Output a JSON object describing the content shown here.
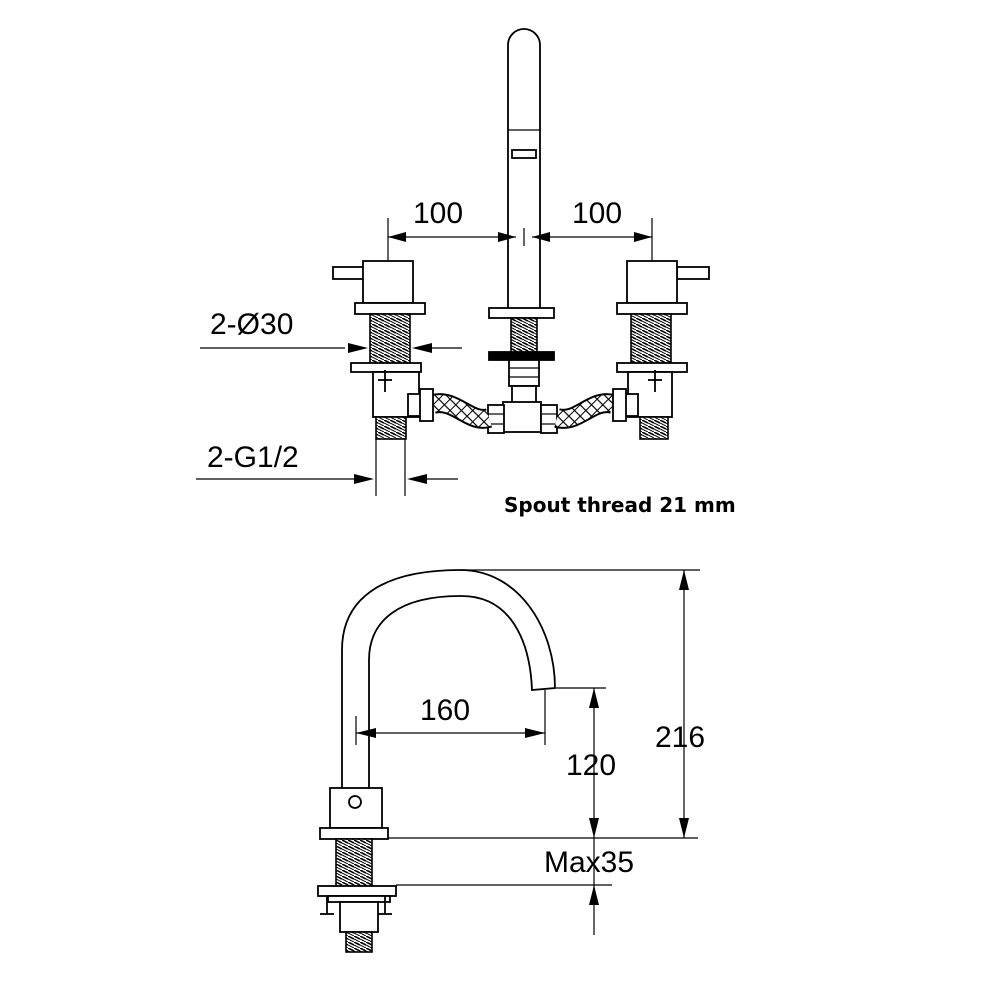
{
  "top_view": {
    "dim_left_spacing": "100",
    "dim_right_spacing": "100",
    "dim_handle_diameter": "2-Ø30",
    "dim_inlet_thread": "2-G1/2"
  },
  "note": "Spout thread 21 mm",
  "side_view": {
    "dim_reach": "160",
    "dim_spout_height": "120",
    "dim_total_height": "216",
    "dim_max_deck": "Max35"
  }
}
